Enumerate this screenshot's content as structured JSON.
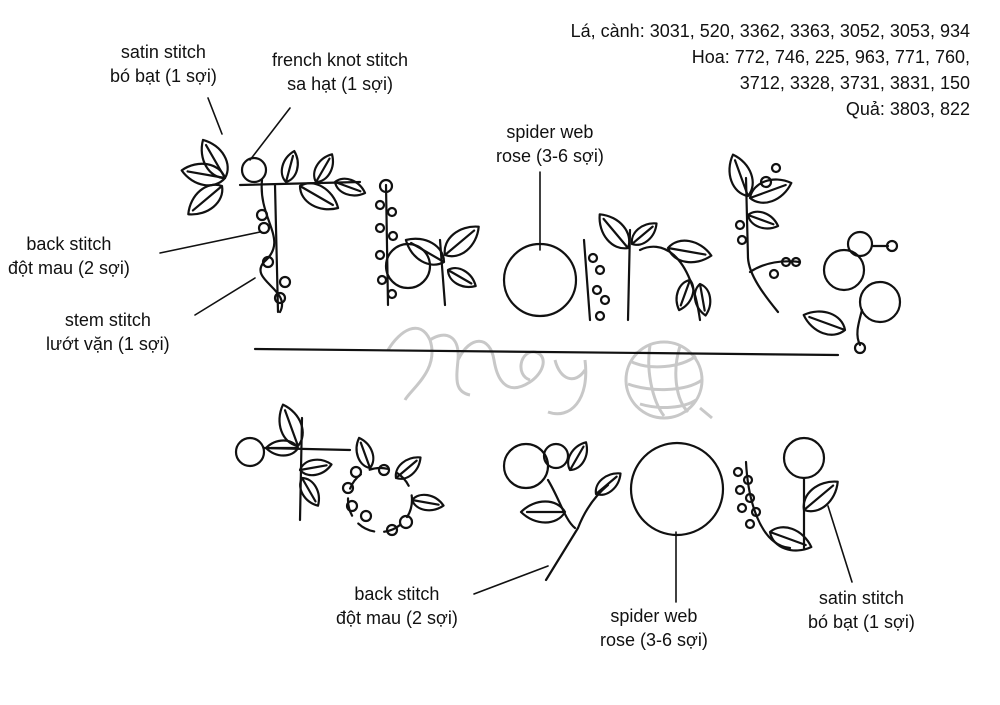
{
  "thread_codes": {
    "la_canh": "Lá, cành: 3031, 520, 3362, 3363, 3052, 3053, 934",
    "hoa_1": "Hoa: 772, 746, 225, 963, 771, 760,",
    "hoa_2": "3712, 3328, 3731, 3831, 150",
    "qua": "Quả: 3803, 822"
  },
  "labels": {
    "satin_top": {
      "line1": "satin stitch",
      "line2": "bó bạt (1 sợi)"
    },
    "french_knot": {
      "line1": "french knot stitch",
      "line2": "sa hạt (1 sợi)"
    },
    "spider_top": {
      "line1": "spider web",
      "line2": "rose (3-6 sợi)"
    },
    "back_top": {
      "line1": "back stitch",
      "line2": "đột mau (2 sợi)"
    },
    "stem": {
      "line1": "stem stitch",
      "line2": "lướt vặn (1 sợi)"
    },
    "back_bottom": {
      "line1": "back stitch",
      "line2": "đột mau (2 sợi)"
    },
    "spider_bottom": {
      "line1": "spider web",
      "line2": "rose (3-6 sợi)"
    },
    "satin_bottom": {
      "line1": "satin stitch",
      "line2": "bó bạt (1 sợi)"
    }
  },
  "watermark": {
    "text": "May",
    "icon": "yarn-ball-icon",
    "color": "#bdbdbd"
  },
  "colors": {
    "line": "#111111",
    "background": "#ffffff"
  }
}
